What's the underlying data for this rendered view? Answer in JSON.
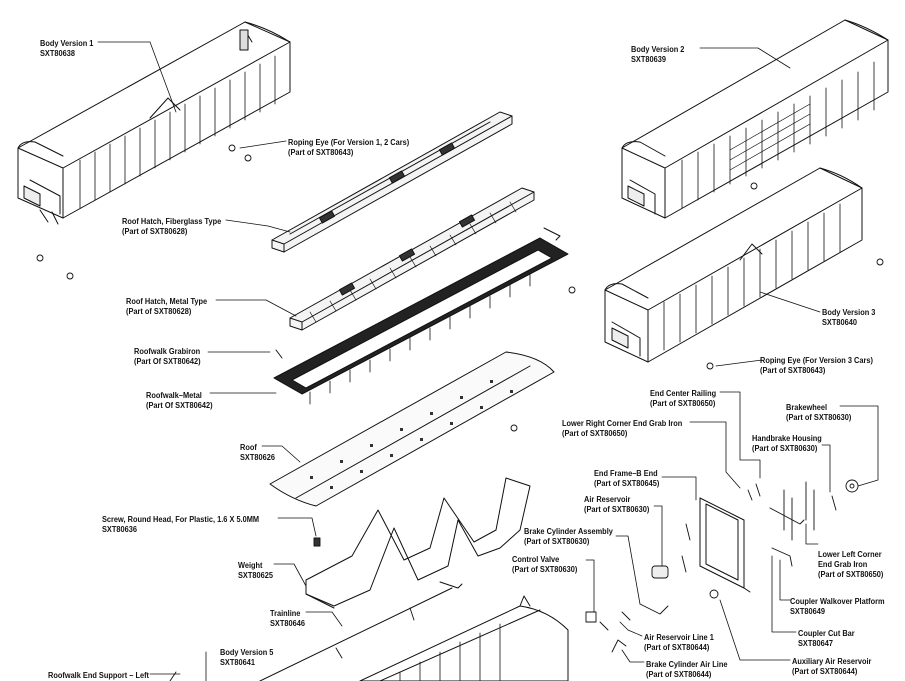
{
  "labels": {
    "body_v1": {
      "name": "Body Version 1",
      "part": "SXT80638"
    },
    "body_v2": {
      "name": "Body Version 2",
      "part": "SXT80639"
    },
    "body_v3": {
      "name": "Body Version 3",
      "part": "SXT80640"
    },
    "body_v5": {
      "name": "Body Version 5",
      "part": "SXT80641"
    },
    "roping_eye_12": {
      "name": "Roping Eye (For Version 1, 2 Cars)",
      "part": "(Part of SXT80643)"
    },
    "roping_eye_3": {
      "name": "Roping Eye (For Version 3 Cars)",
      "part": "(Part of SXT80643)"
    },
    "roof_hatch_fiberglass": {
      "name": "Roof Hatch, Fiberglass Type",
      "part": "(Part of SXT80628)"
    },
    "roof_hatch_metal": {
      "name": "Roof Hatch, Metal Type",
      "part": "(Part of SXT80628)"
    },
    "roofwalk_grabiron": {
      "name": "Roofwalk Grabiron",
      "part": "(Part Of SXT80642)"
    },
    "roofwalk_metal": {
      "name": "Roofwalk–Metal",
      "part": "(Part Of SXT80642)"
    },
    "roof": {
      "name": "Roof",
      "part": "SXT80626"
    },
    "screw": {
      "name": "Screw, Round Head, For Plastic, 1.6 X 5.0MM",
      "part": "SXT80636"
    },
    "weight": {
      "name": "Weight",
      "part": "SXT80625"
    },
    "trainline": {
      "name": "Trainline",
      "part": "SXT80646"
    },
    "roofwalk_end_support": {
      "name": "Roofwalk End Support – Left"
    },
    "end_center_railing": {
      "name": "End Center Railing",
      "part": "(Part of SXT80650)"
    },
    "lower_right_grab": {
      "name": "Lower Right Corner End Grab Iron",
      "part": "(Part of SXT80650)"
    },
    "brakewheel": {
      "name": "Brakewheel",
      "part": "(Part of SXT80630)"
    },
    "handbrake_housing": {
      "name": "Handbrake Housing",
      "part": "(Part of SXT80630)"
    },
    "end_frame_b": {
      "name": "End Frame–B End",
      "part": "(Part of SXT80645)"
    },
    "air_reservoir": {
      "name": "Air Reservoir",
      "part": "(Part of SXT80630)"
    },
    "brake_cylinder_assembly": {
      "name": "Brake Cylinder Assembly",
      "part": "(Part of SXT80630)"
    },
    "control_valve": {
      "name": "Control Valve",
      "part": "(Part of SXT80630)"
    },
    "lower_left_grab": {
      "name": "Lower Left Corner",
      "name2": "End Grab Iron",
      "part": "(Part of SXT80650)"
    },
    "coupler_walkover": {
      "name": "Coupler Walkover Platform",
      "part": "SXT80649"
    },
    "coupler_cut_bar": {
      "name": "Coupler Cut Bar",
      "part": "SXT80647"
    },
    "air_reservoir_line": {
      "name": "Air Reservoir Line 1",
      "part": "(Part of SXT80644)"
    },
    "brake_cylinder_air_line": {
      "name": "Brake Cylinder Air Line",
      "part": "(Part of SXT80644)"
    },
    "auxiliary_air_reservoir": {
      "name": "Auxiliary Air Reservoir",
      "part": "(Part of SXT80644)"
    }
  }
}
